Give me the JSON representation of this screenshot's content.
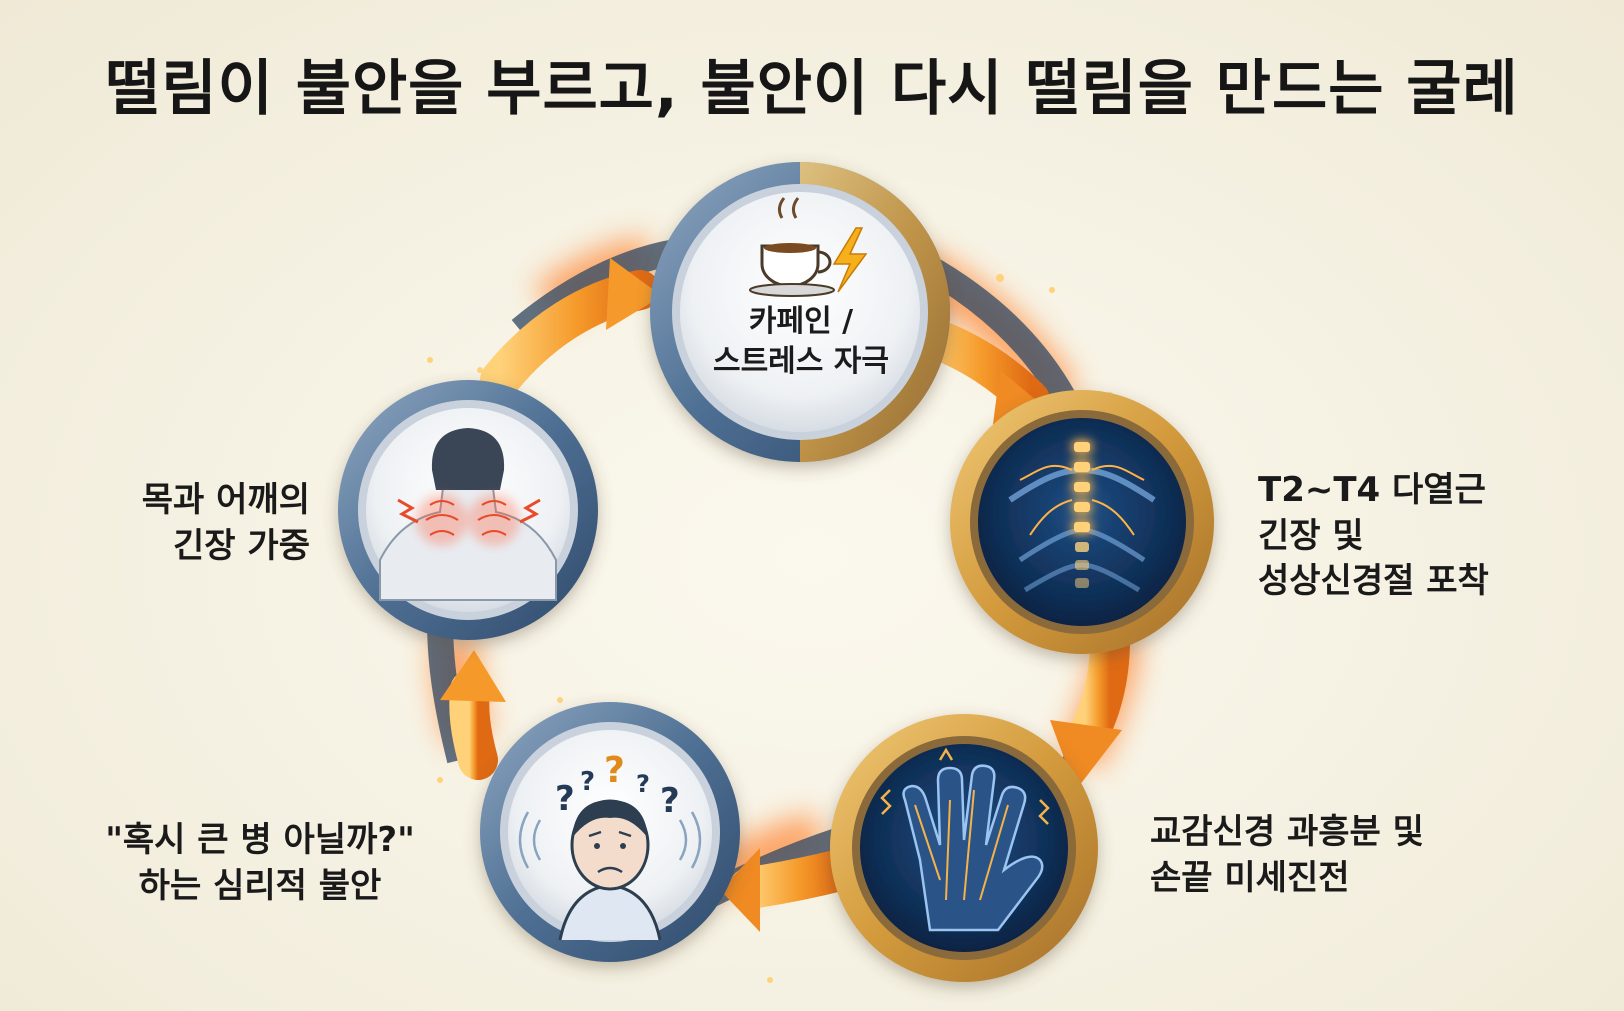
{
  "title": "떨림이 불안을 부르고, 불안이 다시 떨림을 만드는 굴레",
  "nodes": [
    {
      "id": "trigger",
      "icon": "coffee-cup-lightning-icon",
      "lines": [
        "카페인 /",
        "스트레스 자극"
      ]
    },
    {
      "id": "spine",
      "icon": "spine-nerve-icon",
      "lines": [
        "T2~T4 다열근",
        "긴장 및",
        "성상신경절 포착"
      ]
    },
    {
      "id": "hand",
      "icon": "trembling-hand-icon",
      "lines": [
        "교감신경 과흥분 및",
        "손끝 미세진전"
      ]
    },
    {
      "id": "anxiety",
      "icon": "worried-face-question-icon",
      "lines": [
        "\"혹시 큰 병 아닐까?\"",
        "하는 심리적 불안"
      ]
    },
    {
      "id": "neck",
      "icon": "neck-shoulder-pain-icon",
      "lines": [
        "목과 어깨의",
        "긴장 가중"
      ]
    }
  ],
  "colors": {
    "ring_blue": "#4e6f93",
    "ring_gold": "#d39a3c",
    "arrow_orange": "#f59a2a",
    "glow": "#ff7a2a"
  }
}
